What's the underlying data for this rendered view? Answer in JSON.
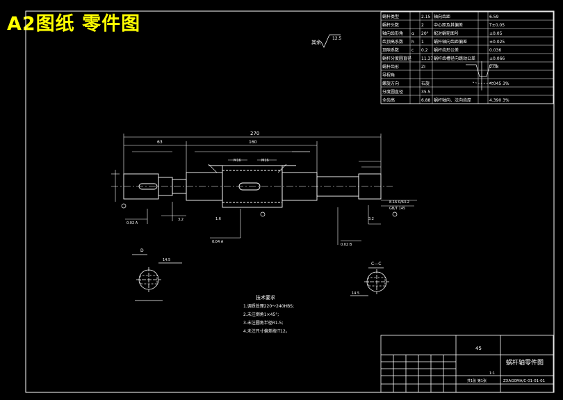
{
  "header": {
    "title": "A2图纸   零件图"
  },
  "roughness_note": {
    "prefix": "其余",
    "value": "12.5"
  },
  "param_table": {
    "rows": [
      [
        "蜗杆类型",
        "",
        "2.15",
        "轴向齿距",
        "",
        "6.59"
      ],
      [
        "蜗杆头数",
        "",
        "2",
        "中心距及其偏差",
        "",
        "T±0.05"
      ],
      [
        "轴向齿形角",
        "α",
        "20°",
        "配对蜗轮图号",
        "",
        "±0.05"
      ],
      [
        "齿顶高系数",
        "h",
        "1",
        "蜗杆轴向齿距偏差",
        "",
        "±0.025"
      ],
      [
        "顶隙系数",
        "c",
        "0.2",
        "蜗杆齿形公差",
        "",
        "0.036"
      ],
      [
        "蜗杆分度圆直径",
        "",
        "11.37",
        "蜗杆齿槽径向跳动公差",
        "",
        "±0.066"
      ],
      [
        "蜗杆齿形",
        "",
        "ZI",
        "",
        "",
        "2.08"
      ],
      [
        "导程角",
        "",
        "",
        "",
        "",
        ""
      ],
      [
        "螺旋方向",
        "",
        "右旋",
        "",
        "",
        "4.045 3%"
      ],
      [
        "分度圆直径",
        "",
        "35.5",
        "",
        "",
        ""
      ],
      [
        "全齿高",
        "",
        "6.88",
        "蜗杆轴向、法向齿厚",
        "",
        "4.390 3%"
      ]
    ]
  },
  "dimensions": {
    "overall_length": "270",
    "d1": "63",
    "d2": "160",
    "thread_left": "M16",
    "thread_right": "M16",
    "tol_left": "0.02 A",
    "tol_mid": "0.04 A",
    "tol_right": "0.02 B",
    "surface_1": "3.2",
    "surface_2": "3.2",
    "surface_3": "1.6",
    "keyway": "8-16 0/63.2",
    "center_note": "GB/T 145"
  },
  "sections": {
    "left_label": "D",
    "right_label": "C—C",
    "left_dim": "14.5",
    "right_dim": "14.5"
  },
  "notes": {
    "heading": "技术要求",
    "lines": [
      "1.调质处理220～240HBS;",
      "2.未注倒角1×45°;",
      "3.未注圆角半径R1.5;",
      "4.未注尺寸偏差按IT12。"
    ]
  },
  "title_block": {
    "material": "45",
    "drawing_name": "蜗杆轴零件图",
    "drawing_number": "ZXAG0MA/C-01-01-01",
    "scale": "1:1",
    "sheet": "共1张 第1张"
  },
  "colors": {
    "background": "#000000",
    "lines": "#ffffff",
    "title": "#ffff00"
  }
}
